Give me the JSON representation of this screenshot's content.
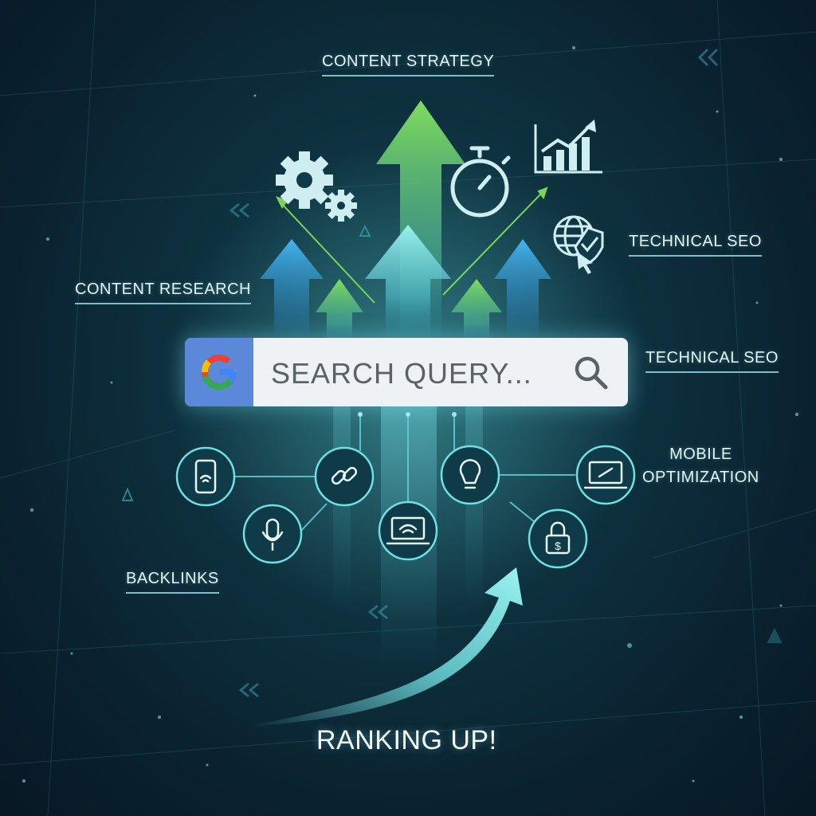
{
  "labels": {
    "content_strategy": "CONTENT STRATEGY",
    "content_research": "CONTENT RESEARCH",
    "technical_seo_1": "TECHNICAL SEO",
    "technical_seo_2": "TECHNICAL SEO",
    "mobile_line1": "MOBILE",
    "mobile_line2": "OPTIMIZATION",
    "backlinks": "BACKLINKS",
    "ranking": "RANKING UP!"
  },
  "search": {
    "query_text": "SEARCH QUERY..."
  },
  "icons": [
    "gears-icon",
    "stopwatch-icon",
    "bar-chart-icon",
    "globe-shield-icon",
    "google-g-icon",
    "search-icon",
    "smartphone-wifi-icon",
    "chain-link-icon",
    "microphone-icon",
    "laptop-wifi-icon",
    "lightbulb-icon",
    "laptop-link-icon",
    "lock-dollar-icon"
  ],
  "colors": {
    "background": "#0b2531",
    "arrow_green": "#6ccf5a",
    "arrow_blue": "#3aa6e0",
    "arrow_cyan": "#7de3e8",
    "accent_glow": "#8fe6ee",
    "google_blue": "#5b88d8"
  }
}
